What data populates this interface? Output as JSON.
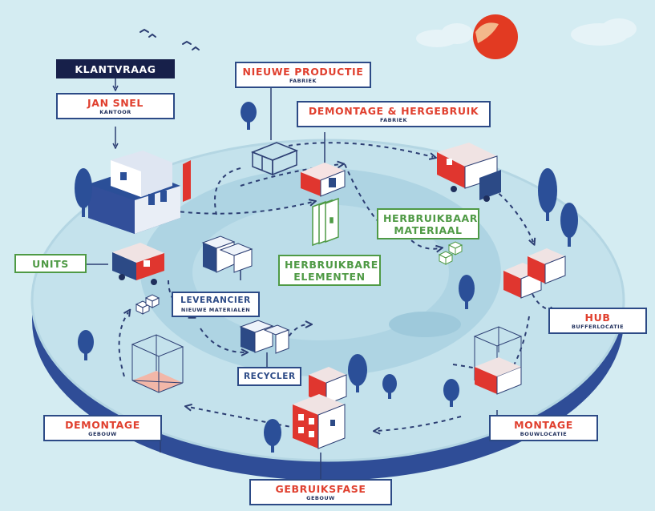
{
  "labels": {
    "klantvraag": {
      "title": "KLANTVRAAG"
    },
    "jan_snel": {
      "title": "JAN SNEL",
      "sub": "KANTOOR"
    },
    "nieuwe_productie": {
      "title": "NIEUWE PRODUCTIE",
      "sub": "FABRIEK"
    },
    "demontage_hergebruik": {
      "title": "DEMONTAGE & HERGEBRUIK",
      "sub": "FABRIEK"
    },
    "herbruikbaar_materiaal": {
      "line1": "HERBRUIKBAAR",
      "line2": "MATERIAAL"
    },
    "units": {
      "title": "UNITS"
    },
    "herbruikbare_elementen": {
      "line1": "HERBRUIKBARE",
      "line2": "ELEMENTEN"
    },
    "leverancier": {
      "title": "LEVERANCIER",
      "sub": "NIEUWE MATERIALEN"
    },
    "recycler": {
      "title": "RECYCLER"
    },
    "hub": {
      "title": "HUB",
      "sub": "BUFFERLOCATIE"
    },
    "demontage": {
      "title": "DEMONTAGE",
      "sub": "GEBOUW"
    },
    "montage": {
      "title": "MONTAGE",
      "sub": "BOUWLOCATIE"
    },
    "gebruiksfase": {
      "title": "GEBRUIKSFASE",
      "sub": "GEBOUW"
    }
  },
  "colors": {
    "background": "#d4ecf2",
    "platform_top": "#c4e2ec",
    "platform_side": "#2f4d97",
    "inner_ring": "#aed4e3",
    "building_red": "#e0362f",
    "navy": "#2c4a86",
    "tree": "#2b4f98",
    "label_red": "#e0402f",
    "label_green": "#4f9a45",
    "sun": "#e23a22"
  }
}
